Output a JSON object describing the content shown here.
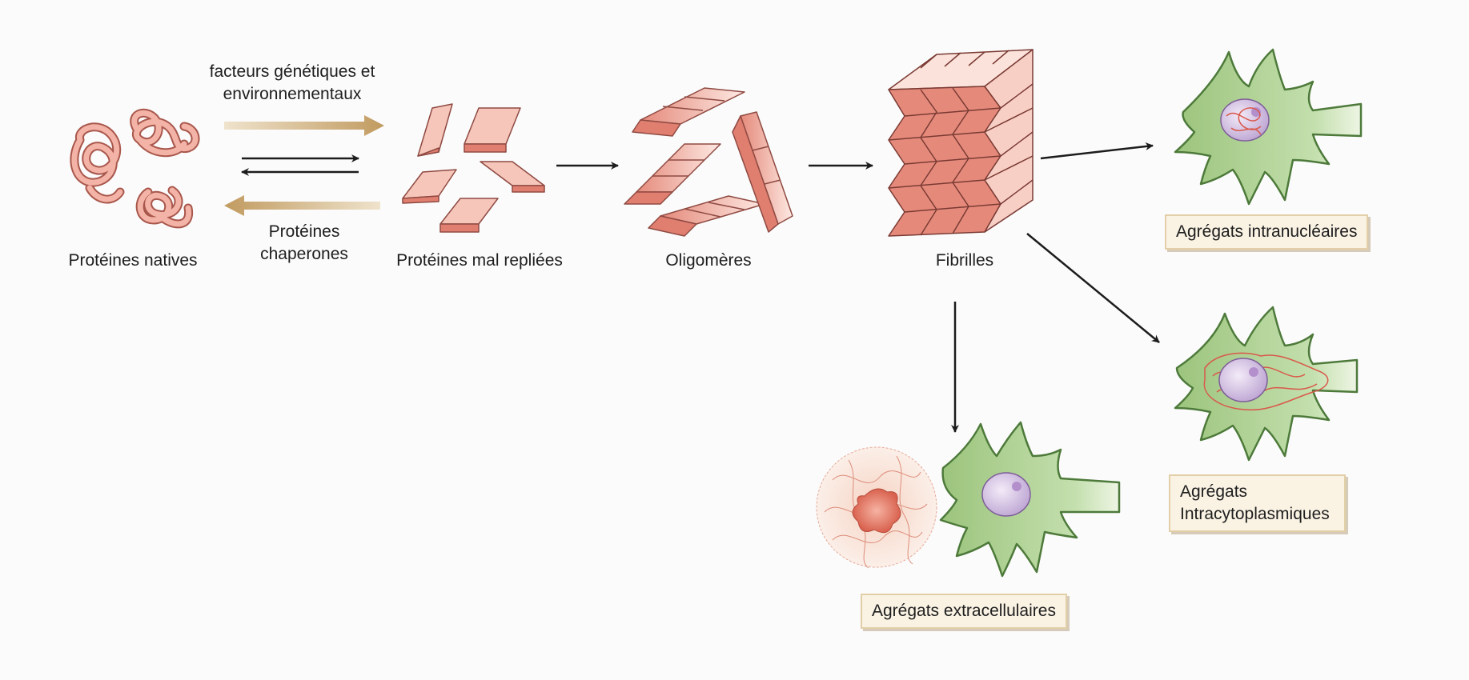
{
  "labels": {
    "factors_line1": "facteurs génétiques et",
    "factors_line2": "environnementaux",
    "native": "Protéines natives",
    "chaperones_line1": "Protéines",
    "chaperones_line2": "chaperones",
    "misfolded": "Protéines mal repliées",
    "oligomers": "Oligomères",
    "fibrils": "Fibrilles"
  },
  "boxes": {
    "intranuclear": "Agrégats intranucléaires",
    "intracytoplasmic_line1": "Agrégats",
    "intracytoplasmic_line2": "Intracytoplasmiques",
    "extracellular": "Agrégats extracellulaires"
  },
  "colors": {
    "protein_fill": "#f3b3a6",
    "protein_edge": "#a9574c",
    "block_light": "#fbe3dc",
    "block_dark": "#e07f70",
    "gold_arrow": "#c9a46c",
    "cell_green": "#a9cf8c",
    "cell_edge": "#4d7a3a",
    "nucleus_purple": "#d6c2e6",
    "aggregate_red": "#d9584a"
  },
  "icons": [
    "native-protein-coil-icon",
    "misfolded-protein-icon",
    "oligomer-icon",
    "fibril-icon",
    "neuron-cell-icon",
    "amyloid-plaque-icon"
  ]
}
